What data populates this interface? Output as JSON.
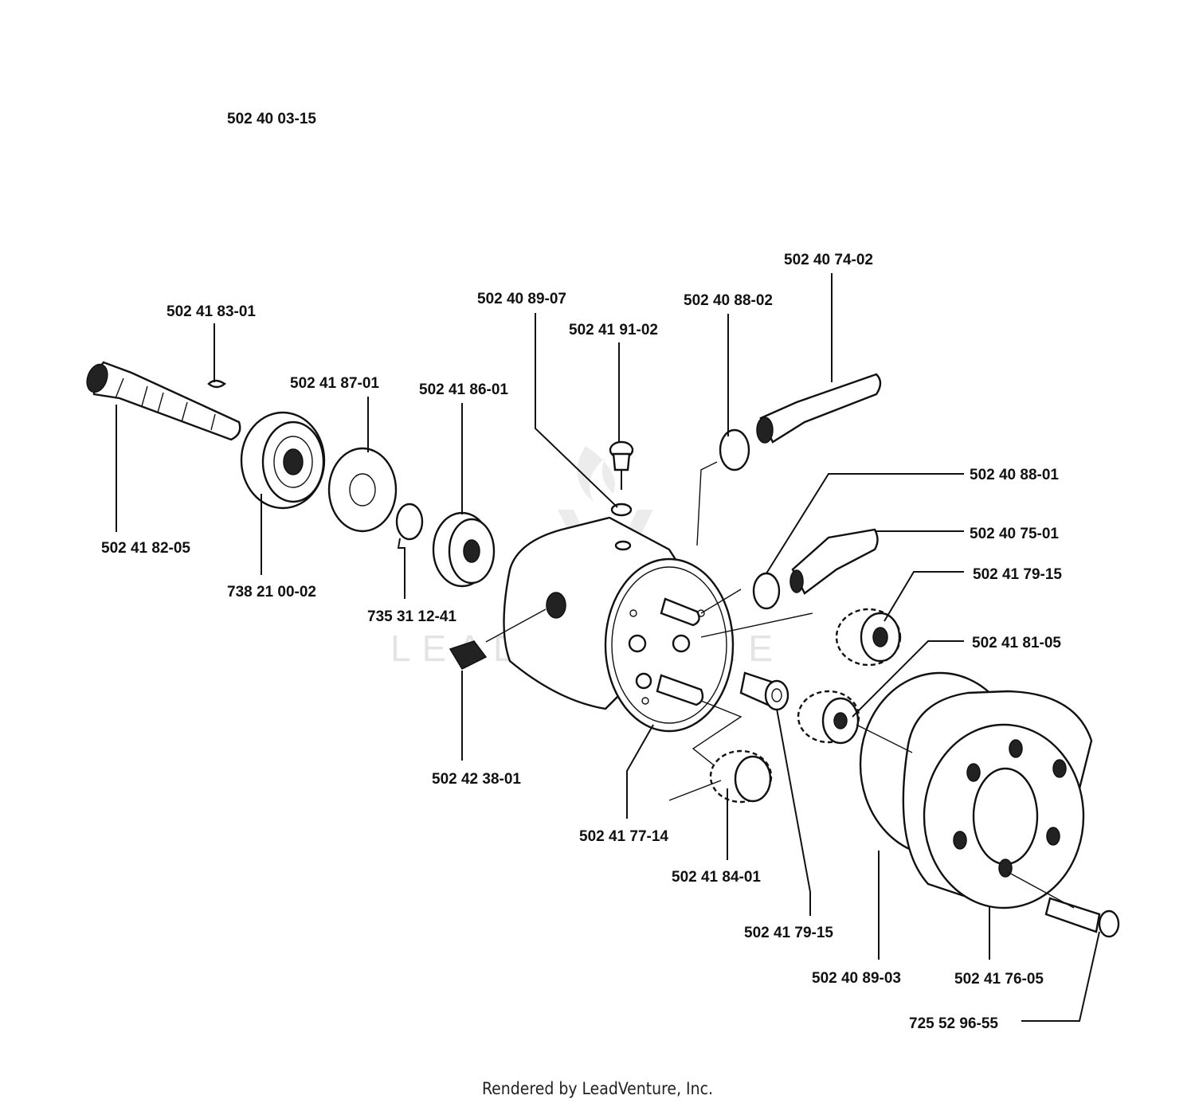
{
  "assembly_number": "502 40 03-15",
  "footer": "Rendered by LeadVenture, Inc.",
  "watermark": {
    "text": "LEADVENTURE",
    "color": "#e4e4e4"
  },
  "callouts": {
    "c01": "502 41 83-01",
    "c02": "502 40 89-07",
    "c03": "502 41 91-02",
    "c04": "502 40 88-02",
    "c05": "502 40 74-02",
    "c06": "502 41 87-01",
    "c07": "502 41 86-01",
    "c08": "502 41 82-05",
    "c09": "738 21 00-02",
    "c10": "735 31 12-41",
    "c11": "502 40 88-01",
    "c12": "502 40 75-01",
    "c13": "502 41 79-15",
    "c14": "502 41 81-05",
    "c15": "502 42 38-01",
    "c16": "502 41 77-14",
    "c17": "502 41 84-01",
    "c18": "502 41 79-15",
    "c19": "502 40 89-03",
    "c20": "502 41 76-05",
    "c21": "725 52 96-55"
  }
}
